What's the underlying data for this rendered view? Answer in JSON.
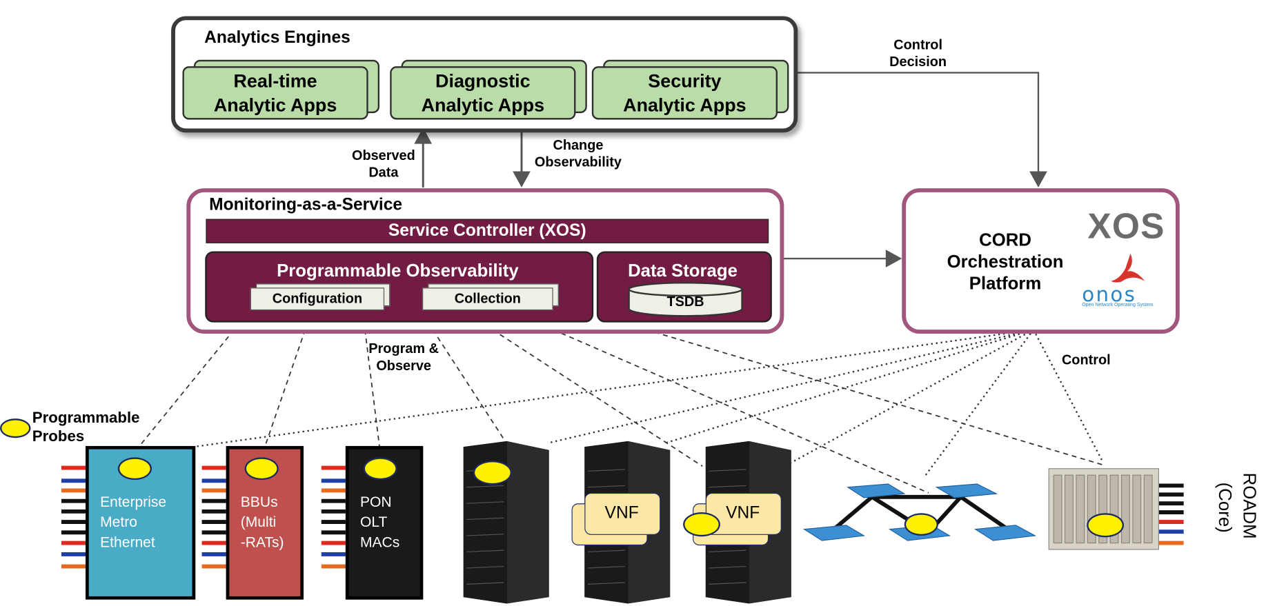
{
  "analytics": {
    "title": "Analytics Engines",
    "apps": [
      {
        "line1": "Real-time",
        "line2": "Analytic Apps"
      },
      {
        "line1": "Diagnostic",
        "line2": "Analytic Apps"
      },
      {
        "line1": "Security",
        "line2": "Analytic Apps"
      }
    ]
  },
  "arrows": {
    "observed_data": [
      "Observed",
      "Data"
    ],
    "change_observability": [
      "Change",
      "Observability"
    ],
    "control_decision": [
      "Control",
      "Decision"
    ],
    "program_observe": [
      "Program &",
      "Observe"
    ],
    "control": "Control"
  },
  "maas": {
    "title": "Monitoring-as-a-Service",
    "service_controller": "Service Controller (XOS)",
    "prog_obs": "Programmable Observability",
    "configuration": "Configuration",
    "collection": "Collection",
    "data_storage": "Data Storage",
    "tsdb": "TSDB"
  },
  "cord": {
    "lines": [
      "CORD",
      "Orchestration",
      "Platform"
    ],
    "xos_logo": "XOS",
    "onos_logo": "onos",
    "onos_tagline": "Open Network Operating System"
  },
  "legend": {
    "probe_label": [
      "Programmable",
      "Probes"
    ]
  },
  "devices": {
    "enterprise": [
      "Enterprise",
      "Metro",
      "Ethernet"
    ],
    "bbu": [
      "BBUs",
      "(Multi",
      "-RATs)"
    ],
    "pon": [
      "PON",
      "OLT",
      "MACs"
    ],
    "vnf": "VNF",
    "roadm": [
      "ROADM",
      "(Core)"
    ]
  },
  "colors": {
    "app_green": "#b9dca8",
    "maroon": "#721b43",
    "pink_border": "#a2567e",
    "probe_yellow": "#fff200",
    "enterprise_blue": "#4aabc6",
    "bbu_red": "#c0504d",
    "pon_black": "#1a1a1a",
    "vnf_yellow": "#fde7a6"
  }
}
